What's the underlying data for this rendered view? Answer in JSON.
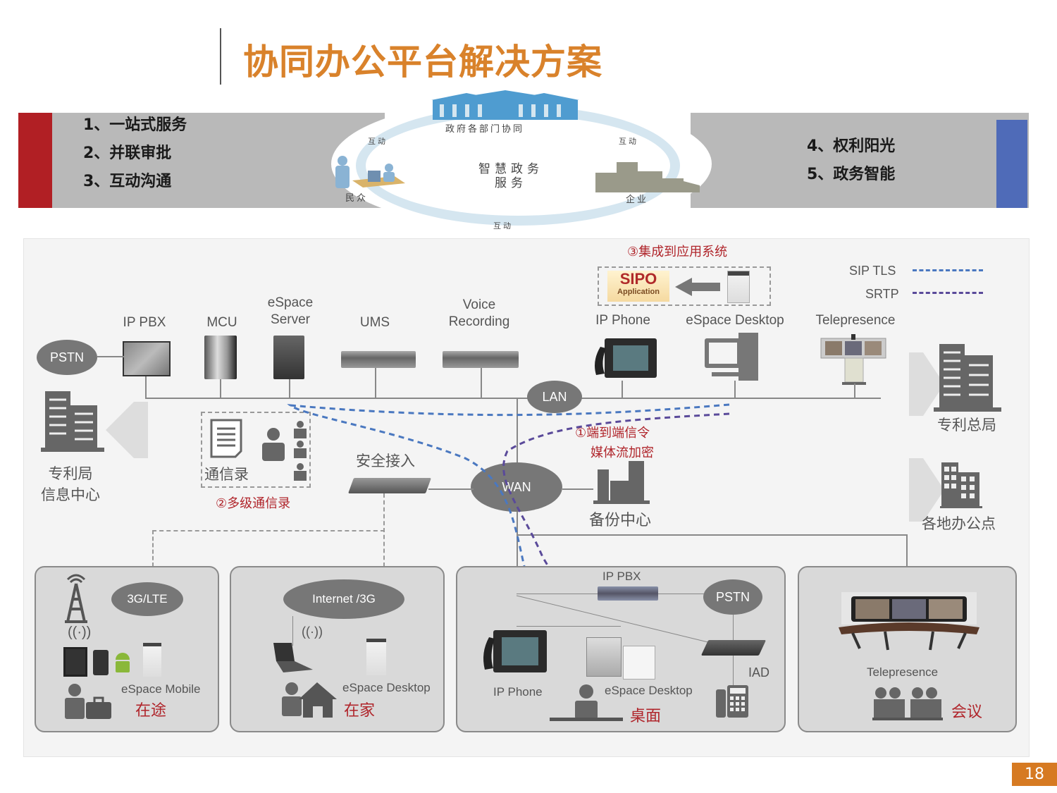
{
  "page": {
    "title": "协同办公平台解决方案",
    "page_number": "18"
  },
  "banner": {
    "left_items": [
      "1、一站式服务",
      "2、并联审批",
      "3、互动沟通"
    ],
    "right_items": [
      "4、权利阳光",
      "5、政务智能"
    ],
    "colors": {
      "left_block": "#b11f24",
      "right_block": "#4f6bb8",
      "band": "#b9b9b9"
    },
    "cycle": {
      "center": [
        "智慧政务",
        "服务"
      ],
      "top": "政府各部门协同",
      "left": "民众",
      "right": "企业",
      "interaction": "互动"
    }
  },
  "diagram": {
    "legend": [
      {
        "label": "SIP TLS",
        "color": "#4a78c0"
      },
      {
        "label": "SRTP",
        "color": "#5a4a9a"
      }
    ],
    "annotations": {
      "integrate": "③集成到应用系统",
      "e2e_line1": "①端到端信令",
      "e2e_line2": "媒体流加密",
      "directory": "②多级通信录"
    },
    "app_box": {
      "sipo": "SIPO",
      "application": "Application"
    },
    "core_devices": [
      {
        "label": "IP PBX"
      },
      {
        "label": "MCU"
      },
      {
        "label": "eSpace\nServer",
        "line1": "eSpace",
        "line2": "Server"
      },
      {
        "label": "UMS"
      },
      {
        "label": "Voice Recording",
        "line1": "Voice",
        "line2": "Recording"
      },
      {
        "label": "IP Phone"
      },
      {
        "label": "eSpace Desktop"
      },
      {
        "label": "Telepresence"
      }
    ],
    "clouds": {
      "pstn": "PSTN",
      "lan": "LAN",
      "wan": "WAN"
    },
    "directory_label": "通信录",
    "secure_access": "安全接入",
    "backup_center": "备份中心",
    "left_site": [
      "专利局",
      "信息中心"
    ],
    "right_sites": {
      "hq": "专利总局",
      "offices": "各地办公点"
    },
    "panels": [
      {
        "cloud": "3G/LTE",
        "app": "eSpace Mobile",
        "scene": "在途"
      },
      {
        "cloud": "Internet /3G",
        "app": "eSpace Desktop",
        "scene": "在家"
      },
      {
        "pbx": "IP PBX",
        "cloud": "PSTN",
        "phone": "IP Phone",
        "app": "eSpace Desktop",
        "iad": "IAD",
        "scene": "桌面"
      },
      {
        "app": "Telepresence",
        "scene": "会议"
      }
    ]
  }
}
